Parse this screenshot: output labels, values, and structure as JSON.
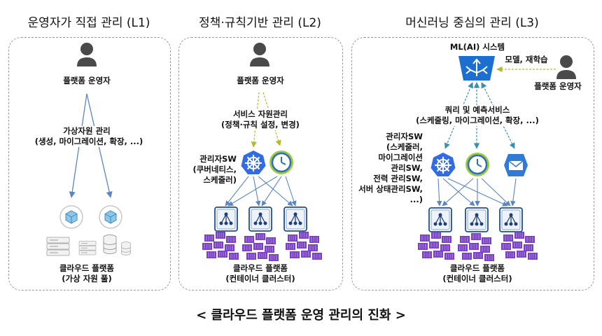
{
  "panels": [
    {
      "title": "운영자가 직접 관리 (L1)",
      "operator": "플랫폼 운영자",
      "mid_label_1": "가상자원 관리",
      "mid_label_2": "(생성, 마이그레이션, 확장, ...)",
      "bottom_1": "클라우드 플랫폼",
      "bottom_2": "(가상 자원 풀)"
    },
    {
      "title": "정책·규칙기반 관리 (L2)",
      "operator": "플랫폼 운영자",
      "mid_label_1": "서비스 자원관리",
      "mid_label_2": "(정책·규칙 설정, 변경)",
      "side_label_1": "관리자SW",
      "side_label_2": "(쿠버네티스,",
      "side_label_3": "스케줄러)",
      "bottom_1": "클라우드 플랫폼",
      "bottom_2": "(컨테이너 클러스터)"
    },
    {
      "title": "머신러닝 중심의 관리 (L3)",
      "ml_label": "ML(AI) 시스템",
      "operator": "플랫폼 운영자",
      "model_label": "모델, 재학습",
      "mid_label_1": "쿼리 및 예측서비스",
      "mid_label_2": "(스케줄링, 마이그레이션, 확장, ...)",
      "side_lines": [
        "관리자SW",
        "(스케줄러,",
        "마이그레이션",
        "관리SW,",
        "전력 관리SW,",
        "서버 상태관리SW,",
        "...)"
      ],
      "bottom_1": "클라우드 플랫폼",
      "bottom_2": "(컨테이너 클러스터)"
    }
  ],
  "caption": "< 클라우드 플랫폼 운영 관리의 진화 >",
  "colors": {
    "person": "#4a4a4a",
    "arrow_blue": "#5b86c4",
    "arrow_green_dashed": "#b5b92e",
    "arrow_teal_dashed": "#3a8fb0",
    "kube_blue": "#326ce5",
    "container_purple": "#7a3fc4",
    "node_border": "#1f4f9a",
    "ml_blue": "#1c6fd1"
  },
  "icons": [
    "person-icon",
    "cube-icon",
    "server-icon",
    "database-icon",
    "kubernetes-icon",
    "clock-icon",
    "mail-icon",
    "node-icon",
    "ml-system-icon",
    "container-icon"
  ]
}
